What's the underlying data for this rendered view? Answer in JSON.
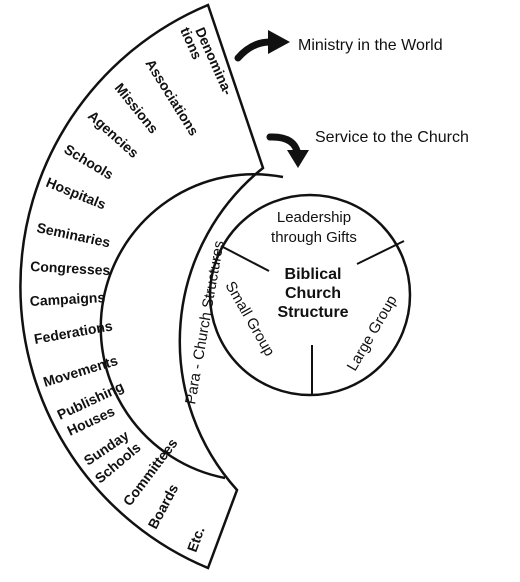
{
  "arrows": {
    "ministry": "Ministry in the World",
    "service": "Service to the Church"
  },
  "para_church": {
    "title": "Para - Church   Structures",
    "items": {
      "denominations_1": "Denomina-",
      "denominations_2": "tions",
      "associations": "Associations",
      "missions": "Missions",
      "agencies": "Agencies",
      "schools": "Schools",
      "hospitals": "Hospitals",
      "seminaries": "Seminaries",
      "congresses": "Congresses",
      "campaigns": "Campaigns",
      "federations": "Federations",
      "movements": "Movements",
      "publishing_1": "Publishing",
      "publishing_2": "Houses",
      "sunday_1": "Sunday",
      "sunday_2": "Schools",
      "committees": "Committees",
      "boards": "Boards",
      "etc": "Etc."
    }
  },
  "church": {
    "center_1": "Biblical",
    "center_2": "Church",
    "center_3": "Structure",
    "leadership_1": "Leadership",
    "leadership_2": "through Gifts",
    "small_group": "Small Group",
    "large_group": "Large Group"
  },
  "colors": {
    "ink": "#111111",
    "paper": "#ffffff"
  }
}
